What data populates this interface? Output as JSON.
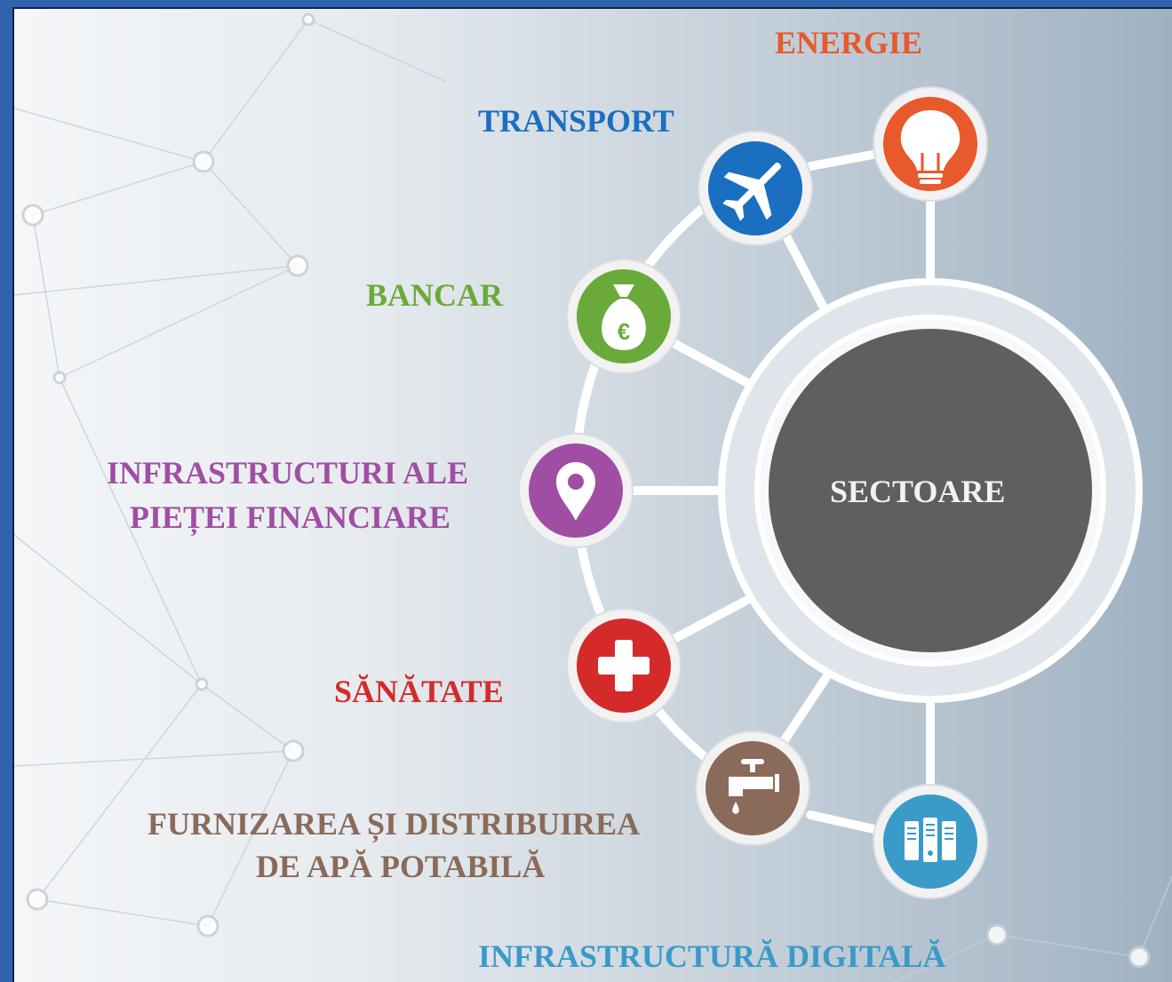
{
  "center": {
    "label": "SECTOARE"
  },
  "sectors": [
    {
      "id": "energie",
      "label": "ENERGIE",
      "color": "#e8592b",
      "icon": "lightbulb-icon"
    },
    {
      "id": "transport",
      "label": "TRANSPORT",
      "color": "#1a6fc0",
      "icon": "airplane-icon"
    },
    {
      "id": "bancar",
      "label": "BANCAR",
      "color": "#6aaa3a",
      "icon": "money-bag-euro-icon"
    },
    {
      "id": "infrastructuri",
      "label_line1": "INFRASTRUCTURI ALE",
      "label_line2": "PIEȚEI FINANCIARE",
      "color": "#a04ea3",
      "icon": "location-pin-icon"
    },
    {
      "id": "sanatate",
      "label": "SĂNĂTATE",
      "color": "#d42a2a",
      "icon": "medical-cross-icon"
    },
    {
      "id": "apa",
      "label_line1": "FURNIZAREA ȘI DISTRIBUIREA",
      "label_line2": "DE APĂ POTABILĂ",
      "color": "#8a6a5a",
      "icon": "water-tap-icon"
    },
    {
      "id": "digital",
      "label": "INFRASTRUCTURĂ DIGITALĂ",
      "color": "#3a9ac8",
      "icon": "server-icon"
    }
  ],
  "colors": {
    "center": "#5f5f5f",
    "connector": "#ffffff",
    "frame": "#2f63ad"
  }
}
